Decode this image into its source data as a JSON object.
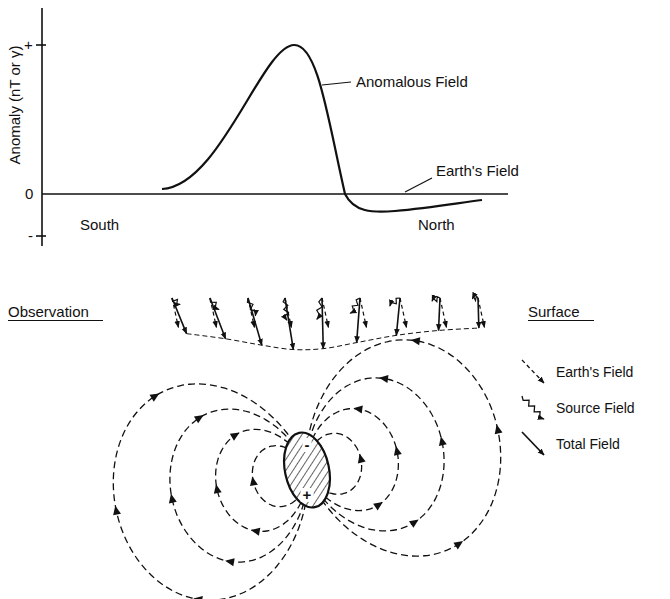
{
  "diagram": {
    "nodes": [
      {
        "text": [
          "-",
          "+"
        ]
      }
    ],
    "labels": [
      "Anomaly (nT or γ)",
      "+",
      "0",
      "-",
      "South",
      "North",
      "Anomalous Field",
      "Earth's Field",
      "Observation",
      "Surface"
    ],
    "legend": [
      {
        "text": "Earth's Field"
      },
      {
        "text": "Source Field"
      },
      {
        "text": "Total Field"
      }
    ]
  }
}
